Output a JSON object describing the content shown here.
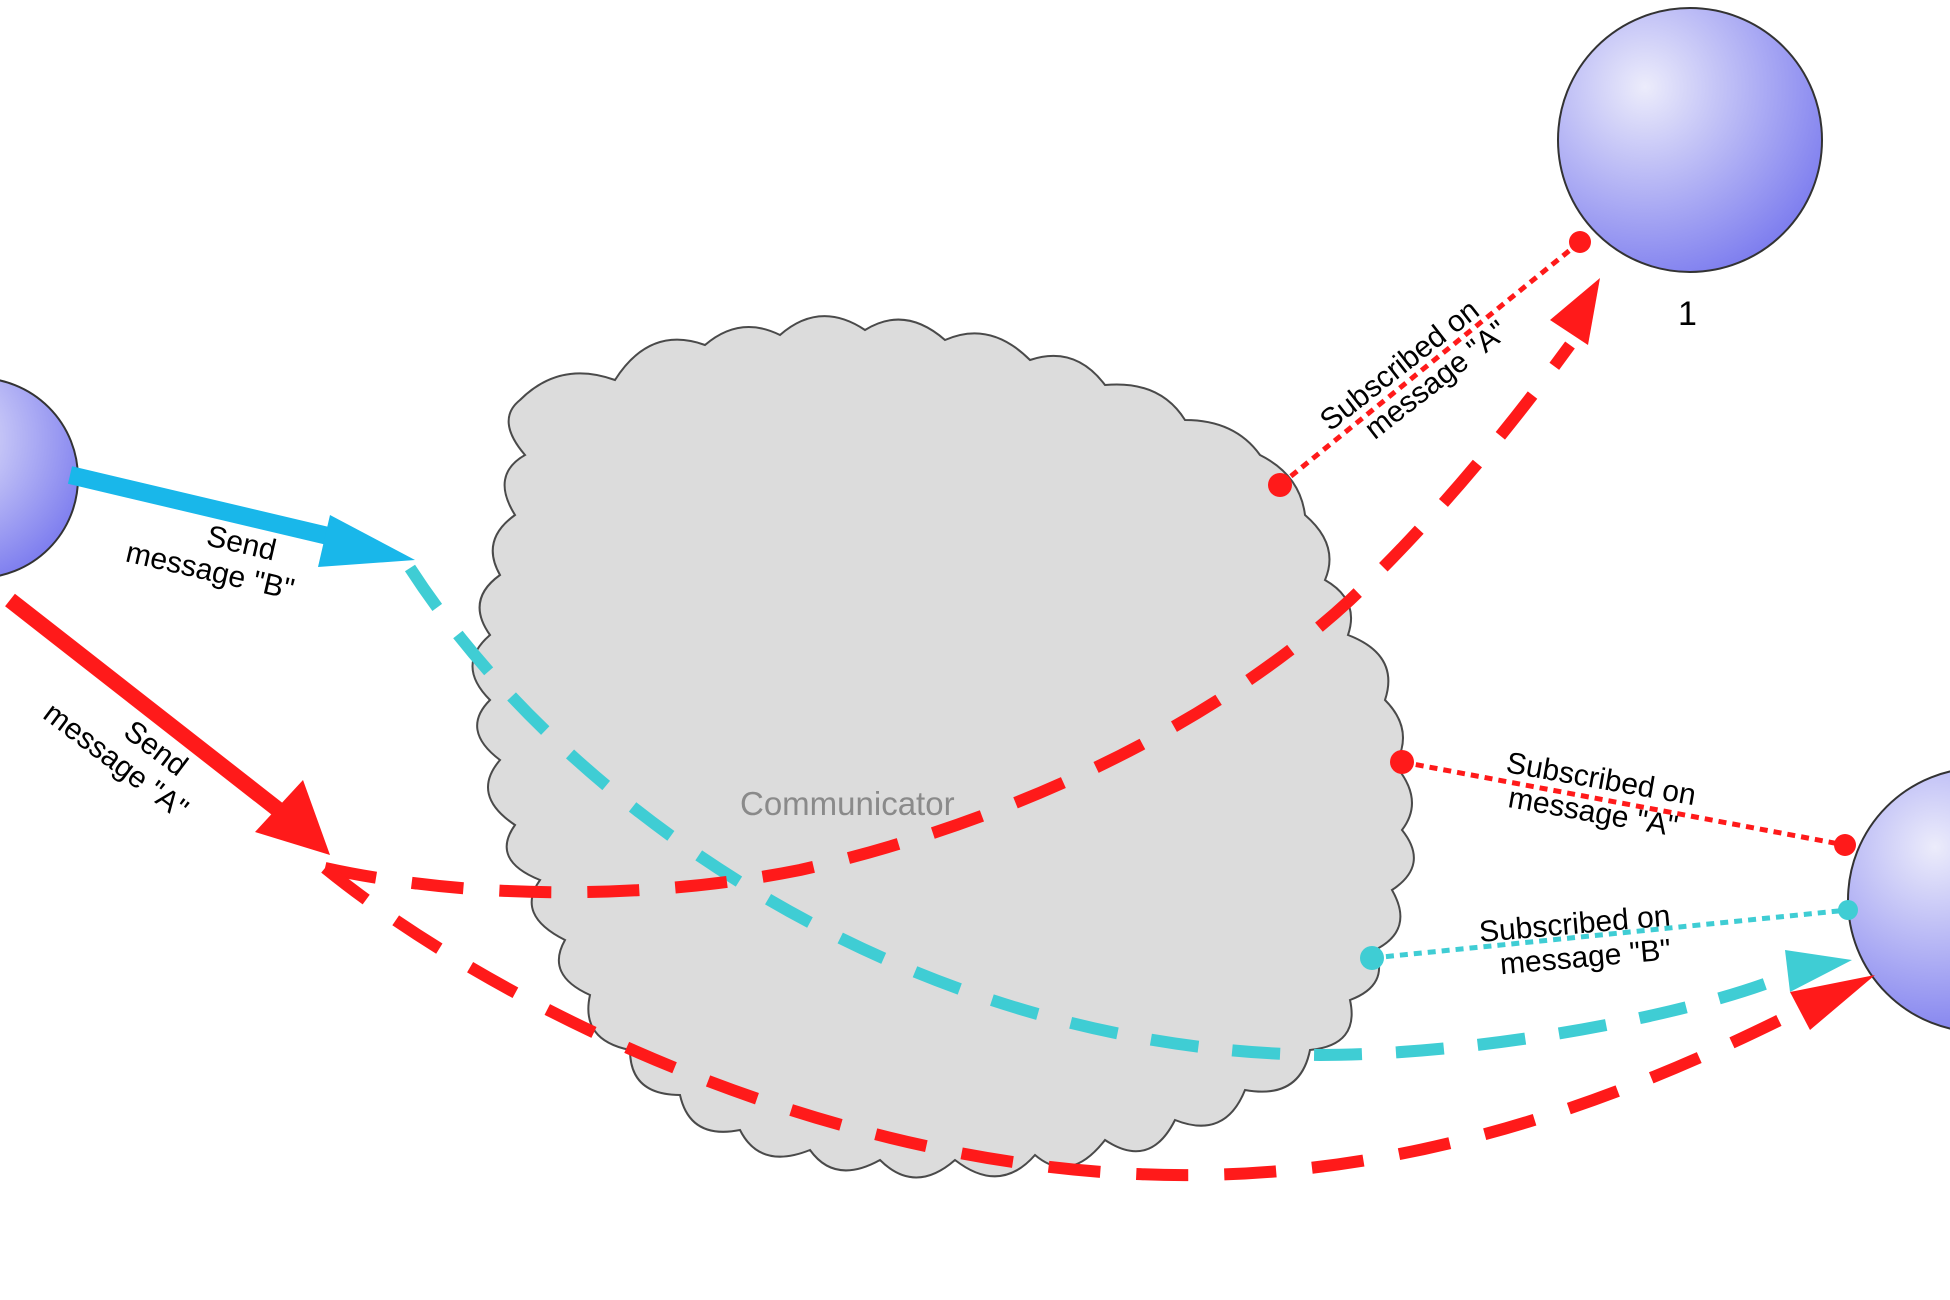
{
  "colors": {
    "node_fill_light": "#ececfb",
    "node_fill_dark": "#7878ee",
    "cloud_fill": "#dcdcdc",
    "send_b_color": "#19b7ea",
    "route_b_color": "#3fcdd4",
    "message_a_color": "#ff1a1a"
  },
  "cloud": {
    "label": "Communicator"
  },
  "nodes": {
    "node_1_label": "1"
  },
  "labels": {
    "send_b": [
      "Send",
      "message \"B\""
    ],
    "send_a": [
      "Send",
      "message \"A\""
    ],
    "subscribed_a_top": [
      "Subscribed on",
      "message \"A\""
    ],
    "subscribed_a_right": [
      "Subscribed on",
      "message \"A\""
    ],
    "subscribed_b_right": [
      "Subscribed on",
      "message \"B\""
    ]
  },
  "icons": {
    "node_shape": "sphere-icon",
    "cloud_shape": "cloud-icon",
    "arrow_head": "arrowhead-icon",
    "subscription_end": "dot-icon"
  }
}
